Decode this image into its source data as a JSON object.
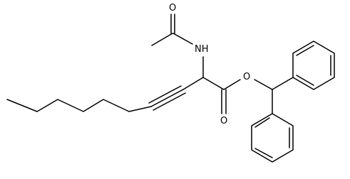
{
  "molecule": {
    "atom_labels": {
      "carbonyl_oxygen_acetyl": "O",
      "amide_nitrogen": "NH",
      "ester_oxygen_single": "O",
      "ester_oxygen_double": "O"
    },
    "groups": [
      "acetyl",
      "amide",
      "alkyne",
      "hexyl chain",
      "ester",
      "diphenylmethyl",
      "phenyl",
      "phenyl"
    ],
    "bond_color": "#000000"
  }
}
